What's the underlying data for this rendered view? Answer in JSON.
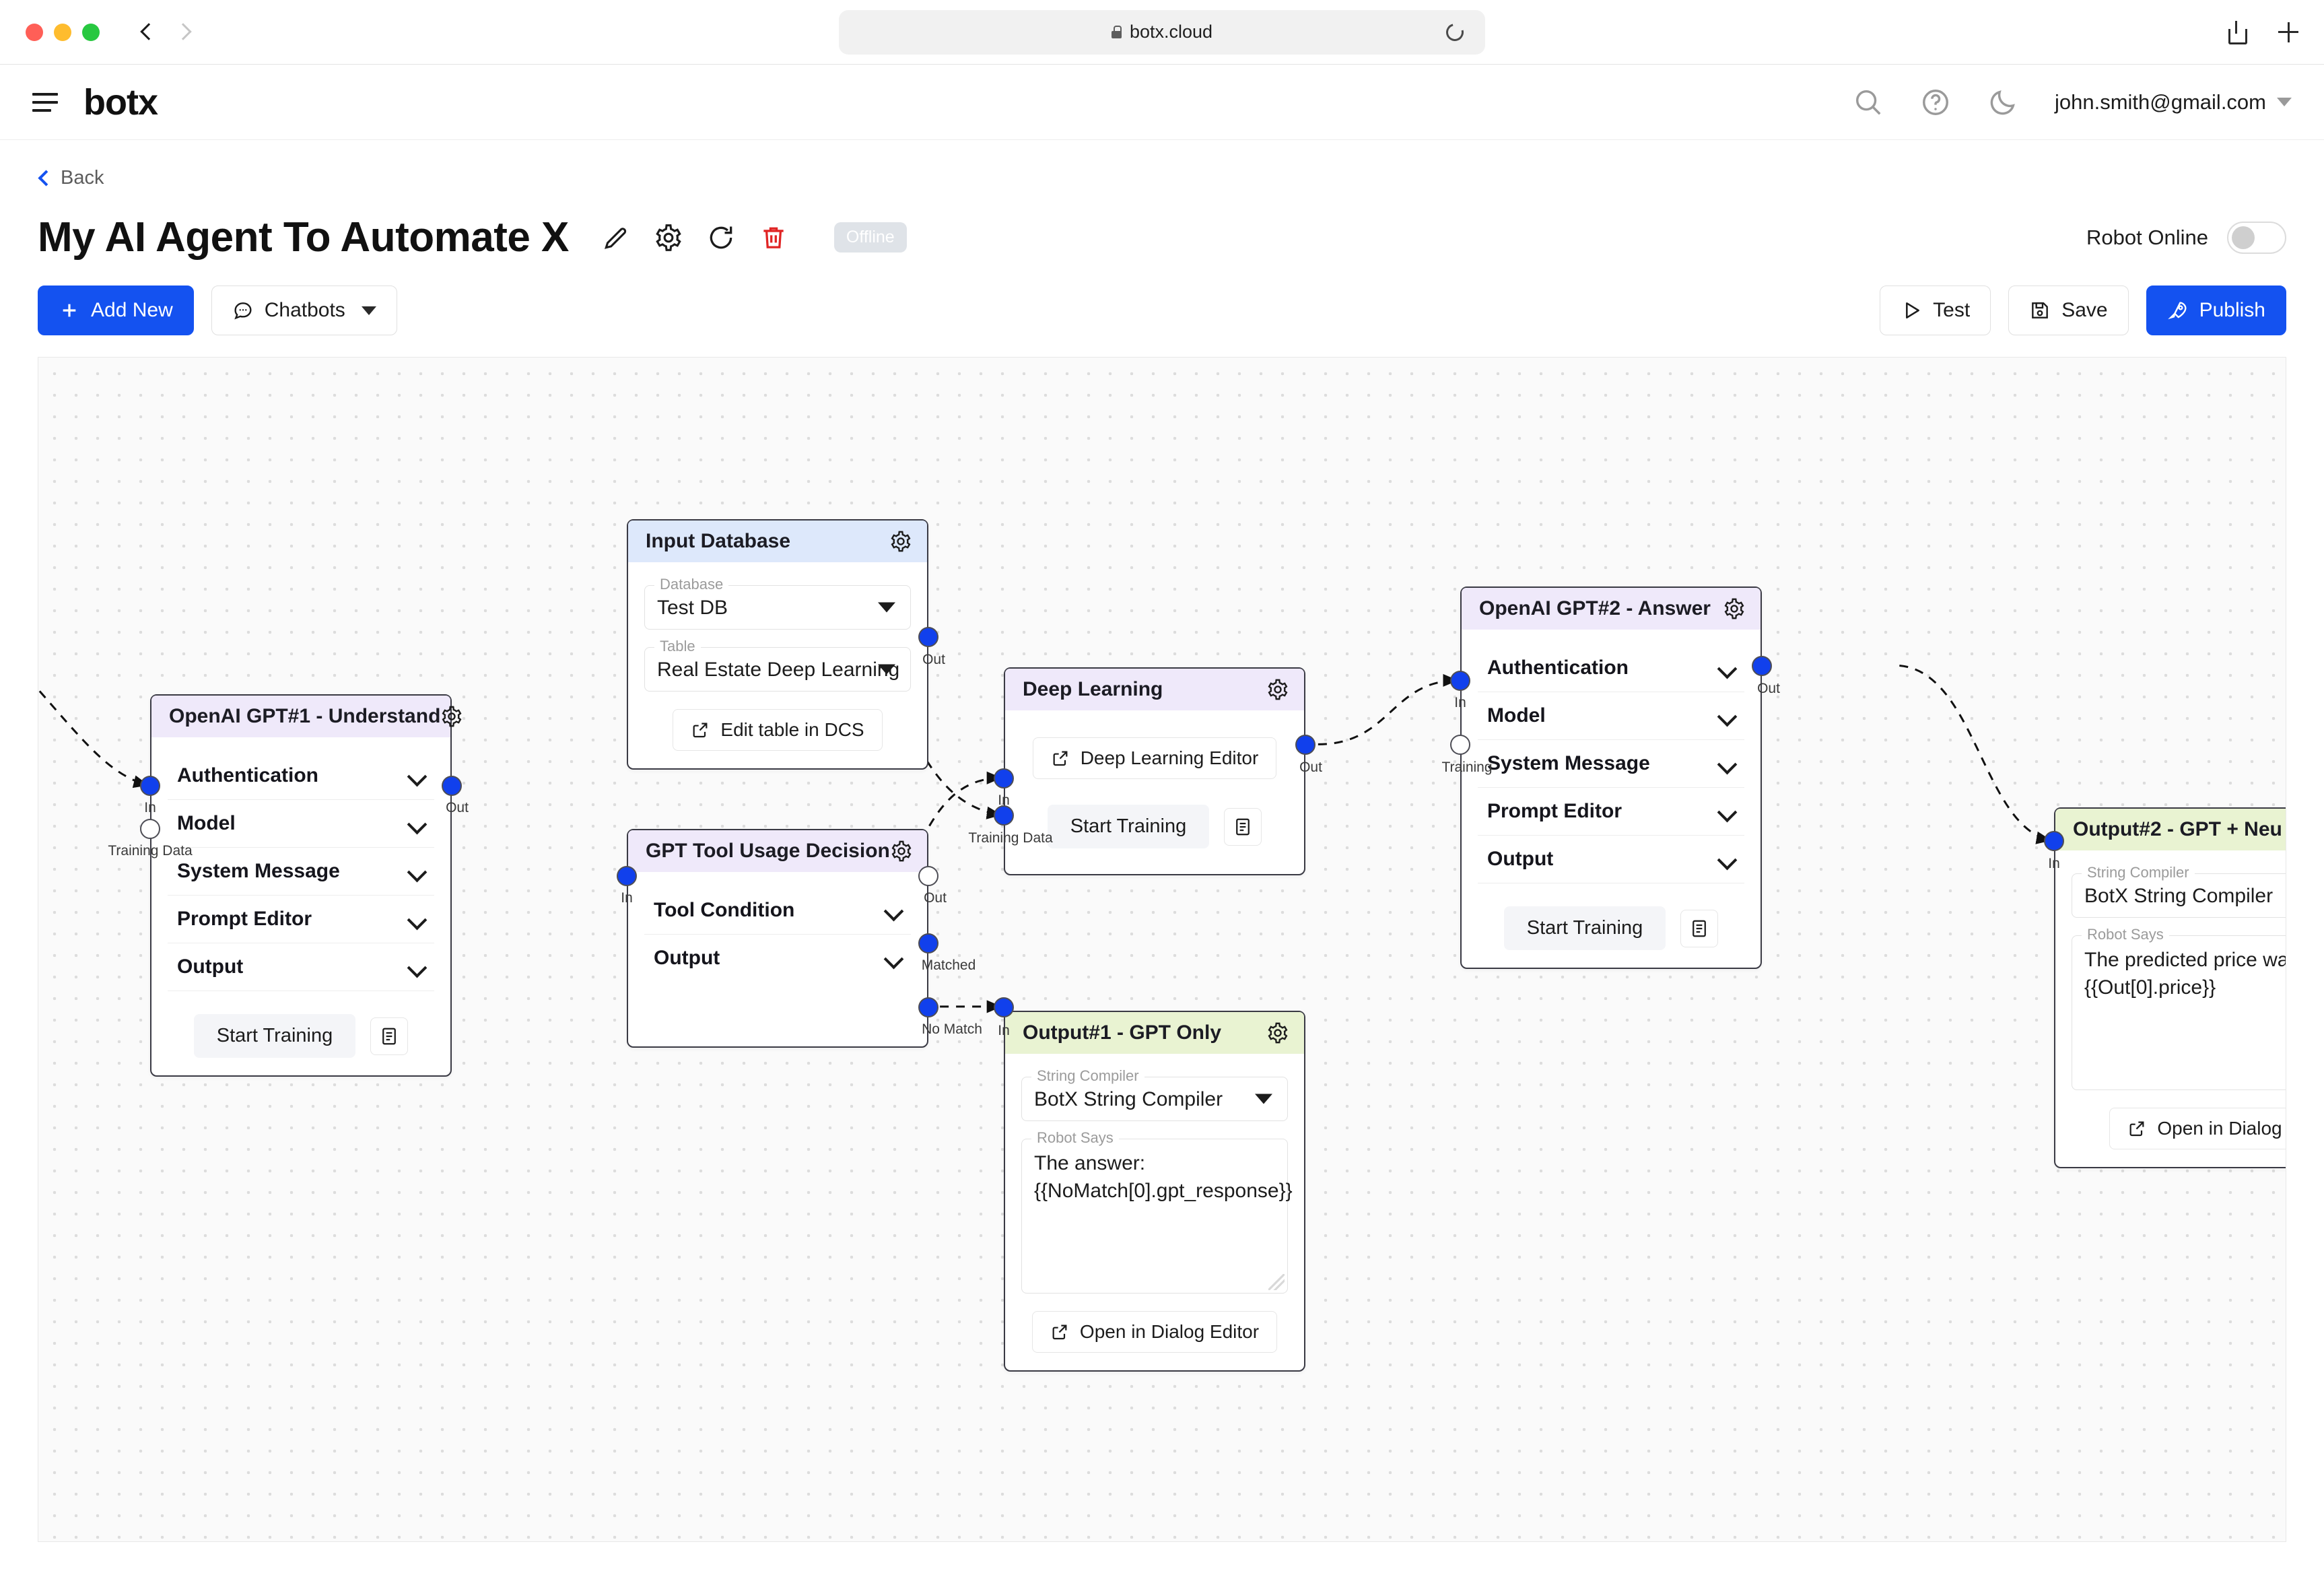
{
  "browser": {
    "url": "botx.cloud",
    "lock_icon": "lock-icon",
    "reload_icon": "reload-icon",
    "back_icon": "chevron-left-icon",
    "forward_icon": "chevron-right-icon",
    "share_icon": "share-icon",
    "new_tab_icon": "plus-icon"
  },
  "app_header": {
    "menu_icon": "hamburger-icon",
    "brand": "botx",
    "search_icon": "search-icon",
    "help_icon": "help-circle-icon",
    "dark_mode_icon": "moon-icon",
    "user_email": "john.smith@gmail.com",
    "user_caret_icon": "chevron-down-icon"
  },
  "page": {
    "back_label": "Back",
    "title": "My AI Agent To Automate X",
    "title_icons": [
      "pencil-icon",
      "gear-icon",
      "refresh-icon",
      "trash-icon"
    ],
    "status_badge": "Offline",
    "robot_online_label": "Robot Online",
    "robot_online_state": "off"
  },
  "toolbar": {
    "add_new_label": "Add New",
    "add_new_icon": "plus-icon",
    "chatbots_label": "Chatbots",
    "chatbots_icon": "chat-bubble-icon",
    "chatbots_caret": "chevron-down-icon",
    "test_label": "Test",
    "test_icon": "play-icon",
    "save_label": "Save",
    "save_icon": "floppy-disk-icon",
    "publish_label": "Publish",
    "publish_icon": "rocket-icon"
  },
  "colors": {
    "accent": "#1452f0",
    "header_blue": "#dde8fb",
    "header_purple": "#efe9fa",
    "header_green": "#e9f3d2",
    "port_blue": "#1140ec",
    "danger": "#e02424"
  },
  "nodes": [
    {
      "id": "gpt1",
      "title": "OpenAI GPT#1 - Understand",
      "header_color": "purple",
      "gear_icon": "gear-icon",
      "sections": [
        "Authentication",
        "Model",
        "System Message",
        "Prompt Editor",
        "Output"
      ],
      "train_label": "Start Training",
      "log_icon": "log-icon",
      "ports": [
        {
          "name": "In",
          "side": "left",
          "filled": true
        },
        {
          "name": "Training Data",
          "side": "left",
          "filled": false
        },
        {
          "name": "Out",
          "side": "right",
          "filled": true
        }
      ]
    },
    {
      "id": "input_database",
      "title": "Input Database",
      "header_color": "blue",
      "gear_icon": "gear-icon",
      "fields": [
        {
          "legend": "Database",
          "value": "Test DB",
          "type": "select"
        },
        {
          "legend": "Table",
          "value": "Real Estate Deep Learning",
          "type": "select"
        }
      ],
      "action_label": "Edit table in DCS",
      "action_icon": "external-link-icon",
      "ports": [
        {
          "name": "Out",
          "side": "right",
          "filled": true
        }
      ]
    },
    {
      "id": "gpt_tool_usage",
      "title": "GPT Tool Usage Decision",
      "header_color": "purple",
      "gear_icon": "gear-icon",
      "sections": [
        "Tool Condition",
        "Output"
      ],
      "ports": [
        {
          "name": "In",
          "side": "left",
          "filled": true
        },
        {
          "name": "Out",
          "side": "right",
          "filled": false
        },
        {
          "name": "Matched",
          "side": "right",
          "filled": true
        },
        {
          "name": "No Match",
          "side": "right",
          "filled": true
        }
      ]
    },
    {
      "id": "deep_learning",
      "title": "Deep Learning",
      "header_color": "purple",
      "gear_icon": "gear-icon",
      "editor_label": "Deep Learning Editor",
      "editor_icon": "external-link-icon",
      "train_label": "Start Training",
      "log_icon": "log-icon",
      "ports": [
        {
          "name": "In",
          "side": "left",
          "filled": true
        },
        {
          "name": "Training Data",
          "side": "left",
          "filled": true
        },
        {
          "name": "Out",
          "side": "right",
          "filled": true
        }
      ]
    },
    {
      "id": "output1",
      "title": "Output#1 - GPT Only",
      "header_color": "green",
      "gear_icon": "gear-icon",
      "fields": [
        {
          "legend": "String Compiler",
          "value": "BotX String Compiler",
          "type": "select"
        },
        {
          "legend": "Robot Says",
          "value": "The answer: {{NoMatch[0].gpt_response}}",
          "type": "textarea"
        }
      ],
      "action_label": "Open in Dialog Editor",
      "action_icon": "external-link-icon",
      "ports": [
        {
          "name": "In",
          "side": "left",
          "filled": true
        }
      ]
    },
    {
      "id": "gpt2",
      "title": "OpenAI GPT#2 - Answer",
      "header_color": "purple",
      "gear_icon": "gear-icon",
      "sections": [
        "Authentication",
        "Model",
        "System Message",
        "Prompt Editor",
        "Output"
      ],
      "train_label": "Start Training",
      "log_icon": "log-icon",
      "ports": [
        {
          "name": "In",
          "side": "left",
          "filled": true
        },
        {
          "name": "Training",
          "side": "left",
          "filled": false
        },
        {
          "name": "Out",
          "side": "right",
          "filled": true
        }
      ]
    },
    {
      "id": "output2",
      "title": "Output#2 - GPT + Neu",
      "header_color": "green",
      "gear_icon": "gear-icon",
      "fields": [
        {
          "legend": "String Compiler",
          "value": "BotX String Compiler",
          "type": "select"
        },
        {
          "legend": "Robot Says",
          "value": "The predicted price wa {{Out[0].price}}",
          "type": "textarea"
        }
      ],
      "action_label": "Open in Dialog",
      "action_icon": "external-link-icon",
      "ports": [
        {
          "name": "In",
          "side": "left",
          "filled": true
        }
      ]
    }
  ]
}
